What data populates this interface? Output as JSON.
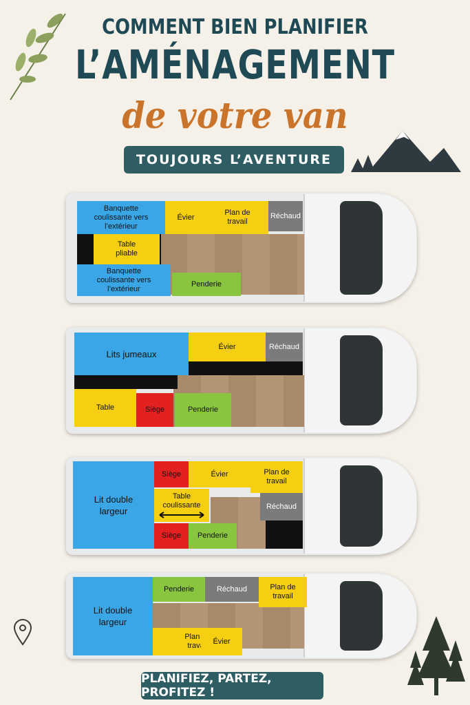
{
  "header": {
    "line1": "COMMENT BIEN PLANIFIER",
    "line2": "L’AMÉNAGEMENT",
    "line3": "de votre van",
    "ribbon": "TOUJOURS L’AVENTURE"
  },
  "footer": {
    "ribbon": "PLANIFIEZ, PARTEZ, PROFITEZ !"
  },
  "vans": [
    {
      "zones": {
        "banquette1": "Banquette coulissante vers l’extérieur",
        "evier": "Évier",
        "plan": "Plan de travail",
        "rechaud": "Réchaud",
        "table": "Table pliable",
        "banquette2": "Banquette coulissante vers l’extérieur",
        "penderie": "Penderie"
      }
    },
    {
      "zones": {
        "lits": "Lits jumeaux",
        "evier": "Évier",
        "rechaud": "Réchaud",
        "table": "Table",
        "siege": "Siège",
        "penderie": "Penderie"
      }
    },
    {
      "zones": {
        "lit": "Lit double largeur",
        "siege1": "Siège",
        "evier": "Évier",
        "plan": "Plan de travail",
        "table": "Table coulissante",
        "rechaud": "Réchaud",
        "siege2": "Siège",
        "penderie": "Penderie"
      }
    },
    {
      "zones": {
        "lit": "Lit double largeur",
        "penderie": "Penderie",
        "rechaud": "Réchaud",
        "plan1": "Plan de travail",
        "plan2": "Plan de travail",
        "evier": "Évier"
      }
    }
  ],
  "colors": {
    "title": "#1f4a55",
    "accent": "#c9742a",
    "ribbon": "#2e5e64",
    "blue": "#3aa6e5",
    "yellow": "#f6cf12",
    "green": "#8ac53f",
    "red": "#e42121",
    "grey": "#7b7b7b"
  }
}
